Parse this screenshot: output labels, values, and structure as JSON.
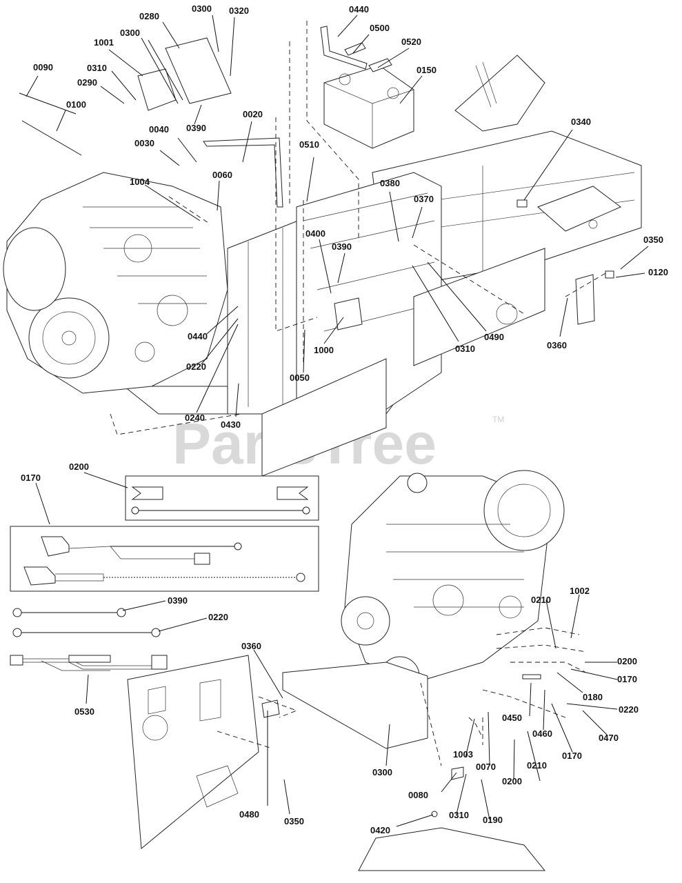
{
  "watermark": {
    "text": "PartsTree",
    "trademark": "TM"
  },
  "callouts": [
    "0090",
    "0100",
    "1001",
    "0310",
    "0290",
    "0300",
    "0280",
    "0300",
    "0320",
    "0390",
    "0040",
    "0030",
    "0020",
    "1004",
    "0060",
    "0440",
    "0500",
    "0520",
    "0150",
    "0510",
    "0380",
    "0370",
    "0400",
    "0390",
    "0340",
    "0350",
    "0120",
    "0440",
    "0220",
    "0240",
    "0430",
    "1000",
    "0050",
    "0310",
    "0490",
    "0360",
    "0200",
    "0170",
    "0390",
    "0220",
    "0530",
    "0360",
    "0480",
    "0350",
    "0210",
    "1002",
    "0200",
    "0170",
    "0180",
    "0220",
    "0450",
    "0460",
    "0170",
    "0470",
    "0300",
    "1003",
    "0070",
    "0200",
    "0210",
    "0080",
    "0310",
    "0190",
    "0420"
  ]
}
